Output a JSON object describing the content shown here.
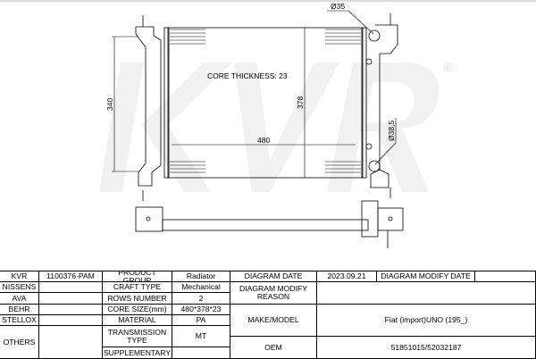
{
  "drawing": {
    "brand_watermark": "KVR",
    "registered_mark": "®",
    "core_thickness": "CORE THICKNESS: 23",
    "dim_width": "480",
    "dim_height_core": "378",
    "dim_height_mount": "340",
    "dim_inlet": "Ø35",
    "dim_outlet": "Ø38,5"
  },
  "table": {
    "kvr_label": "KVR",
    "kvr_value": "1100376-PAM",
    "product_group_label": "PRODUCT GROUP",
    "product_group_value": "Radiator",
    "diagram_date_label": "DIAGRAM DATE",
    "diagram_date_value": "2023.09.21",
    "diagram_modify_date_label": "DIAGRAM MODIFY DATE",
    "diagram_modify_date_value": "",
    "brands": [
      "NISSENS",
      "AVA",
      "BEHR",
      "STELLOX",
      "OTHERS"
    ],
    "specs": [
      {
        "label": "CRAFT TYPE",
        "value": "Mechanical"
      },
      {
        "label": "ROWS NUMBER",
        "value": "2"
      },
      {
        "label": "CORE SIZE(mm)",
        "value": "480*378*23"
      },
      {
        "label": "MATERIAL",
        "value": "PA"
      },
      {
        "label": "TRANSMISSION TYPE",
        "value": "MT"
      },
      {
        "label": "SUPPLEMENTARY",
        "value": ""
      }
    ],
    "modify_reason_label": "DIAGRAM MODIFY REASON",
    "modify_reason_value": "",
    "make_model_label": "MAKE/MODEL",
    "make_model_value": "Fiat (import)UNO (195_)",
    "oem_label": "OEM",
    "oem_value": "51851015/52032187"
  }
}
